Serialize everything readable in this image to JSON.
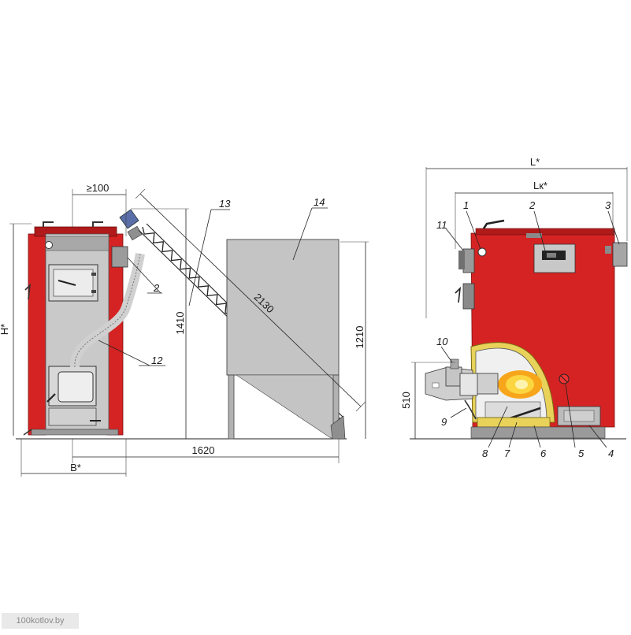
{
  "labels": {
    "n1": "1",
    "n2": "2",
    "n3": "3",
    "n4": "4",
    "n5": "5",
    "n6": "6",
    "n7": "7",
    "n8": "8",
    "n9": "9",
    "n10": "10",
    "n11": "11",
    "n12": "12",
    "n13": "13",
    "n14": "14",
    "n2_left": "2"
  },
  "dimensions": {
    "gap": "≥100",
    "height_total": "H*",
    "height_auger": "1410",
    "auger_length": "2130",
    "hopper_height": "1210",
    "total_length": "1620",
    "width": "B*",
    "length_total": "L*",
    "length_boiler": "Lк*",
    "burner_height": "510"
  },
  "watermark": "100kotlov.by",
  "colors": {
    "boiler_red": "#d52323",
    "boiler_dark_red": "#9e1515",
    "panel_gray": "#bdbdbd",
    "hopper_gray": "#c8c8c8",
    "metal": "#8c8c8c",
    "insulation": "#e8d25a",
    "flame": "#f7a51b"
  }
}
